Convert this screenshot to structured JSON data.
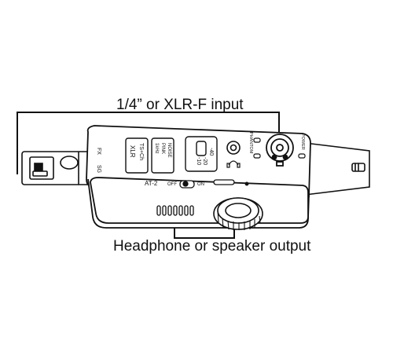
{
  "callouts": {
    "input": "1/4” or XLR-F input",
    "output": "Headphone or speaker output"
  },
  "device": {
    "model": "AT-2",
    "switch_left": {
      "top": "FX",
      "bottom": "SG"
    },
    "mode_top": "XLR",
    "mode_bottom": "TS+Ch",
    "signal_line1": "1kHz",
    "signal_line2": "PINK",
    "signal_line3": "NOISE",
    "level_1": "-40",
    "level_2": "-20",
    "level_3": "-10",
    "power_off": "OFF",
    "power_on": "ON",
    "phantom_line1": "PHANTOM",
    "phantom_line2": "POWER"
  },
  "icons": {
    "xlr_jack": "xlr-combo-jack-icon",
    "headphone": "headphone-icon",
    "headphone_jack": "headphone-jack-icon"
  }
}
